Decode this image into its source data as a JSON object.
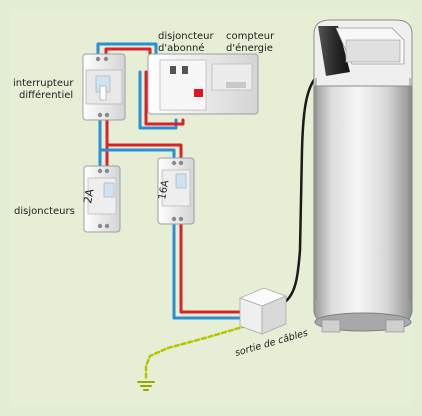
{
  "colors": {
    "background": "#e3edd3",
    "phase_wire": "#d8232a",
    "neutral_wire": "#2c8fd2",
    "earth_wire": "#b7c400",
    "device_body": "#f2f2f2",
    "indicator": "#e0141d"
  },
  "labels": {
    "disjoncteur_line1": "disjoncteur",
    "disjoncteur_line2": "d'abonné",
    "compteur_line1": "compteur",
    "compteur_line2": "d'énergie",
    "interrupteur_line1": "interrupteur",
    "interrupteur_line2": "différentiel",
    "disjoncteurs": "disjoncteurs",
    "sortie": "sortie de câbles",
    "breaker_2a": "2A",
    "breaker_16a": "16A"
  },
  "icons": {
    "ground": "ground-symbol-icon",
    "water_heater": "heat-pump-water-heater-icon"
  }
}
